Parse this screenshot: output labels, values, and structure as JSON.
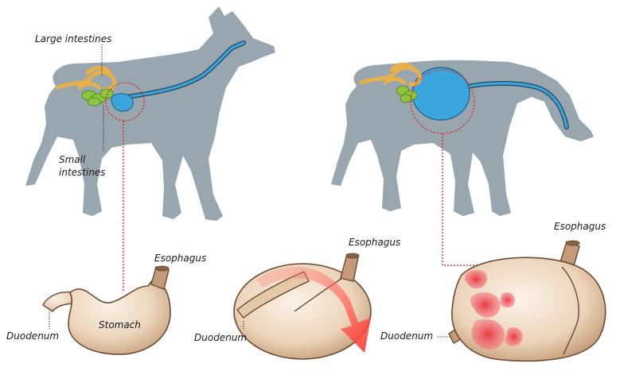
{
  "labels": {
    "large_intestines": "Large intestines",
    "small_intestines_line1": "Small",
    "small_intestines_line2": "intestines",
    "esophagus": "Esophagus",
    "stomach": "Stomach",
    "duodenum": "Duodenum"
  },
  "colors": {
    "dog_silhouette": "#98a6b0",
    "stomach_blue": "#3aa6dd",
    "large_intestine": "#e8b04a",
    "small_intestine": "#8cc63f",
    "stomach_flesh": "#ecd3b8",
    "twist_arrow": "#ff5050",
    "callout_dotted": "#e0302a"
  },
  "icons": {
    "twist_arrow": "twist-arrow-icon"
  }
}
